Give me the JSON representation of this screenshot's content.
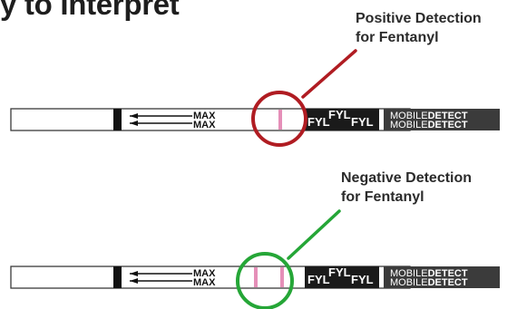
{
  "heading": "y to Interpret",
  "colors": {
    "positive_circle": "#b01c22",
    "negative_circle": "#25a637",
    "control_line": "#e58fb8",
    "strip_outline": "#3a3a3a",
    "label_band": "#1a1a1a",
    "logo_band": "#3b3b3b"
  },
  "strips": [
    {
      "id": "positive",
      "callout_lines": [
        "Positive Detection",
        "for Fentanyl"
      ],
      "result": "positive",
      "lines_visible": 1,
      "max_labels": [
        "MAX",
        "MAX"
      ],
      "drug_labels": [
        "FYL",
        "FYL",
        "FYL"
      ],
      "logo": {
        "light": "MOBILE",
        "bold": "DETECT"
      }
    },
    {
      "id": "negative",
      "callout_lines": [
        "Negative Detection",
        "for Fentanyl"
      ],
      "result": "negative",
      "lines_visible": 2,
      "max_labels": [
        "MAX",
        "MAX"
      ],
      "drug_labels": [
        "FYL",
        "FYL",
        "FYL"
      ],
      "logo": {
        "light": "MOBILE",
        "bold": "DETECT"
      }
    }
  ]
}
